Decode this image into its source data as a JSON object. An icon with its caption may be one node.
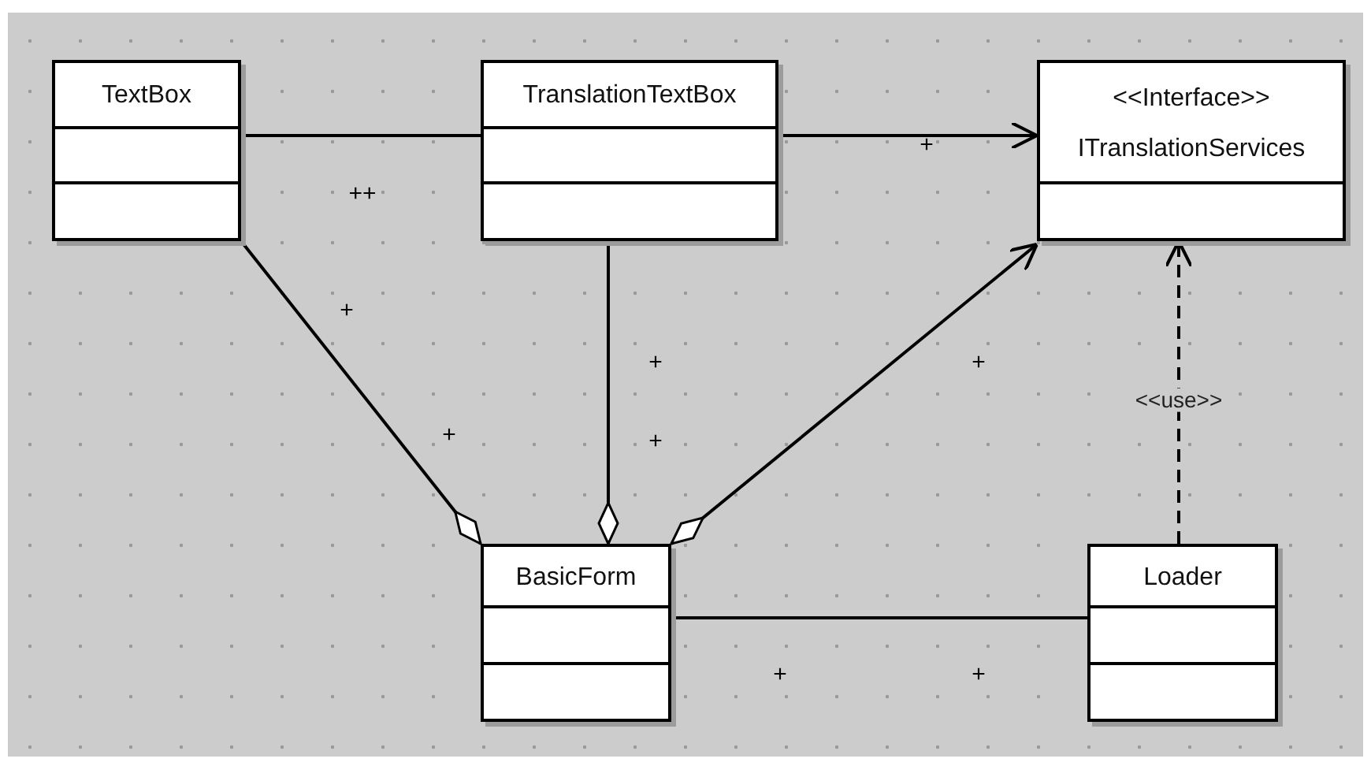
{
  "diagram": {
    "nodes": [
      {
        "text": [
          "TextBox"
        ]
      },
      {
        "text": [
          "TranslationTextBox"
        ]
      },
      {
        "text": [
          "<<Interface>>",
          "ITranslationServices"
        ]
      },
      {
        "text": [
          "BasicForm"
        ]
      },
      {
        "text": [
          "Loader"
        ]
      }
    ],
    "edges": [
      {
        "from": 0,
        "to": 1,
        "arrow": "none"
      },
      {
        "from": 1,
        "to": 2,
        "arrow": "to"
      },
      {
        "from": 3,
        "to": 0,
        "arrow": "other"
      },
      {
        "from": 3,
        "to": 1,
        "arrow": "other"
      },
      {
        "from": 3,
        "to": 2,
        "arrow": "to"
      },
      {
        "from": 4,
        "to": 3,
        "arrow": "none"
      },
      {
        "from": 4,
        "to": 2,
        "arrow": "to",
        "label": "<<use>>",
        "style": "dashed"
      }
    ],
    "labels": [
      "+",
      "++",
      "+",
      "+",
      "+",
      "+",
      "+",
      "+",
      "+"
    ]
  }
}
